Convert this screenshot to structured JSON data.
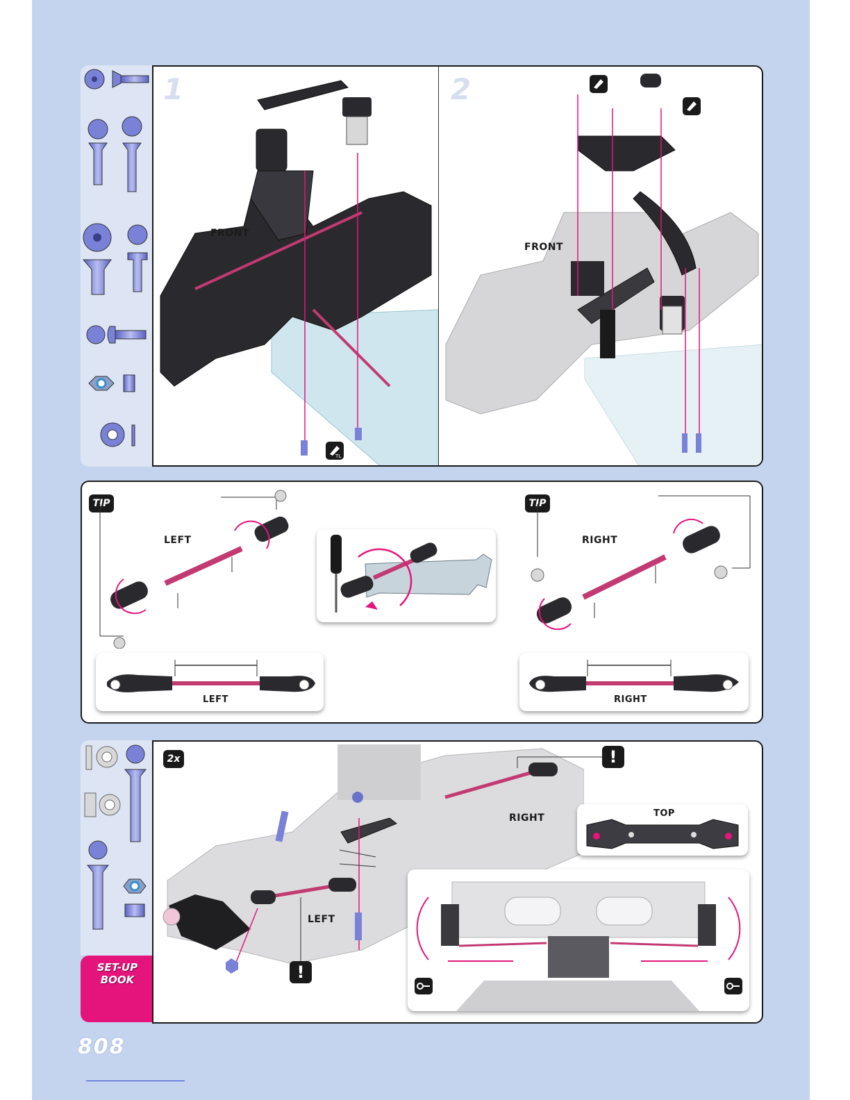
{
  "step1": {
    "number": "1",
    "front_label": "FRONT"
  },
  "step2": {
    "number": "2",
    "front_label": "FRONT"
  },
  "tip_panel": {
    "tip_left": "TIP",
    "tip_right": "TIP",
    "left_label": "LEFT",
    "right_label": "RIGHT",
    "left_caption": "LEFT",
    "right_caption": "RIGHT"
  },
  "step3": {
    "quantity": "2x",
    "right_label": "RIGHT",
    "left_label": "LEFT",
    "top_label": "TOP",
    "warning_symbol": "!"
  },
  "sidebar": {
    "setup_book": "SET-UP BOOK"
  },
  "footer": {
    "brand": "808"
  },
  "icons": {
    "tl": "TL",
    "arrow": "arrow-icon",
    "ball": "ball-stud-icon"
  },
  "colors": {
    "accent": "#e4147c",
    "page_bg": "#c5d4ee",
    "rail_bg": "#dde5f5",
    "hardware": "#7a82d8",
    "plate": "#cfe6ee"
  }
}
